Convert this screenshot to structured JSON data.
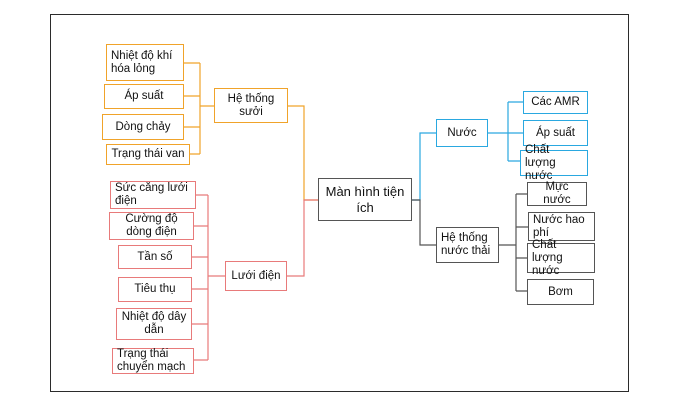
{
  "root": "Màn hình tiện ích",
  "heating": {
    "title": "Hệ thống sưởi",
    "items": [
      "Nhiệt độ khí hóa lỏng",
      "Áp suất",
      "Dòng chảy",
      "Trạng thái van"
    ]
  },
  "grid": {
    "title": "Lưới điện",
    "items": [
      "Sức căng lưới điện",
      "Cường độ dòng điện",
      "Tần số",
      "Tiêu thụ",
      "Nhiệt độ dây dẫn",
      "Trạng thái chuyển mạch"
    ]
  },
  "water": {
    "title": "Nước",
    "items": [
      "Các AMR",
      "Áp suất",
      "Chất lượng nước"
    ]
  },
  "wastewater": {
    "title": "Hệ thống nước thải",
    "items": [
      "Mực nước",
      "Nước hao phí",
      "Chất lượng nước",
      "Bơm"
    ]
  },
  "colors": {
    "heating": "#f0a32a",
    "grid": "#e87a7a",
    "water": "#2aa8e0",
    "wastewater": "#555555"
  }
}
